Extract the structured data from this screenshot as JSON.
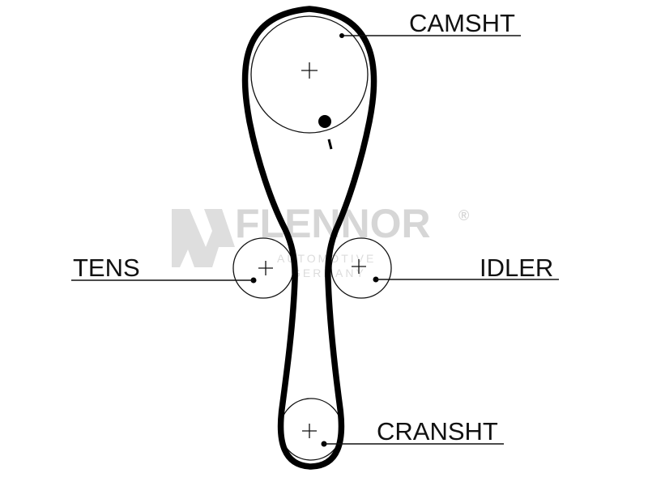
{
  "labels": {
    "camshaft": "CAMSHT",
    "tensioner": "TENS",
    "idler": "IDLER",
    "crankshaft": "CRANSHT"
  },
  "watermark": {
    "brand": "FLENNOR",
    "registered": "®",
    "line1": "AUTOMOTIVE",
    "line2": "GERMANY"
  },
  "colors": {
    "belt": "#000000",
    "line": "#111111",
    "watermark": "#d6d6d6"
  }
}
